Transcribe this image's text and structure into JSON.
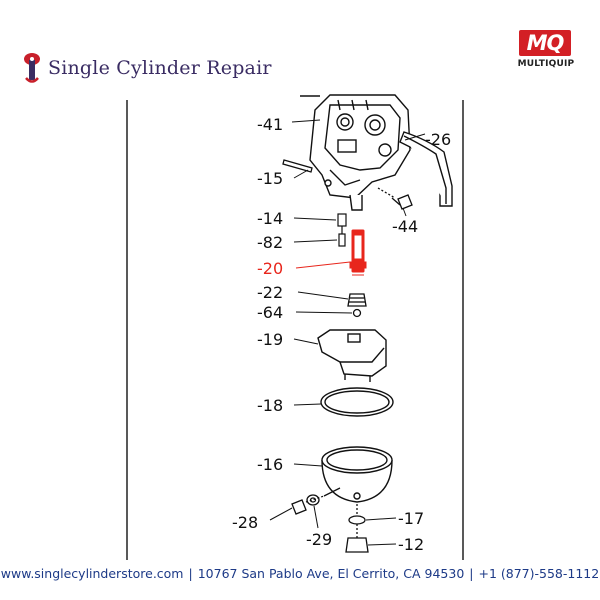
{
  "header": {
    "brand_name": "Single Cylinder Repair",
    "logo_text": "MQ",
    "logo_subtext": "MULTIQUIP"
  },
  "diagram": {
    "labels": [
      {
        "text": "-41"
      },
      {
        "text": "-26"
      },
      {
        "text": "-15"
      },
      {
        "text": "-44"
      },
      {
        "text": "-14"
      },
      {
        "text": "-82"
      },
      {
        "text": "-20",
        "highlighted": true
      },
      {
        "text": "-22"
      },
      {
        "text": "-64"
      },
      {
        "text": "-19"
      },
      {
        "text": "-18"
      },
      {
        "text": "-16"
      },
      {
        "text": "-28"
      },
      {
        "text": "-17"
      },
      {
        "text": "-29"
      },
      {
        "text": "-12"
      }
    ],
    "highlight_color": "#e8261c"
  },
  "footer": {
    "website": "www.singlecylinderstore.com",
    "address": "10767 San Pablo Ave, El Cerrito, CA 94530",
    "phone": "+1 (877)-558-1112"
  }
}
